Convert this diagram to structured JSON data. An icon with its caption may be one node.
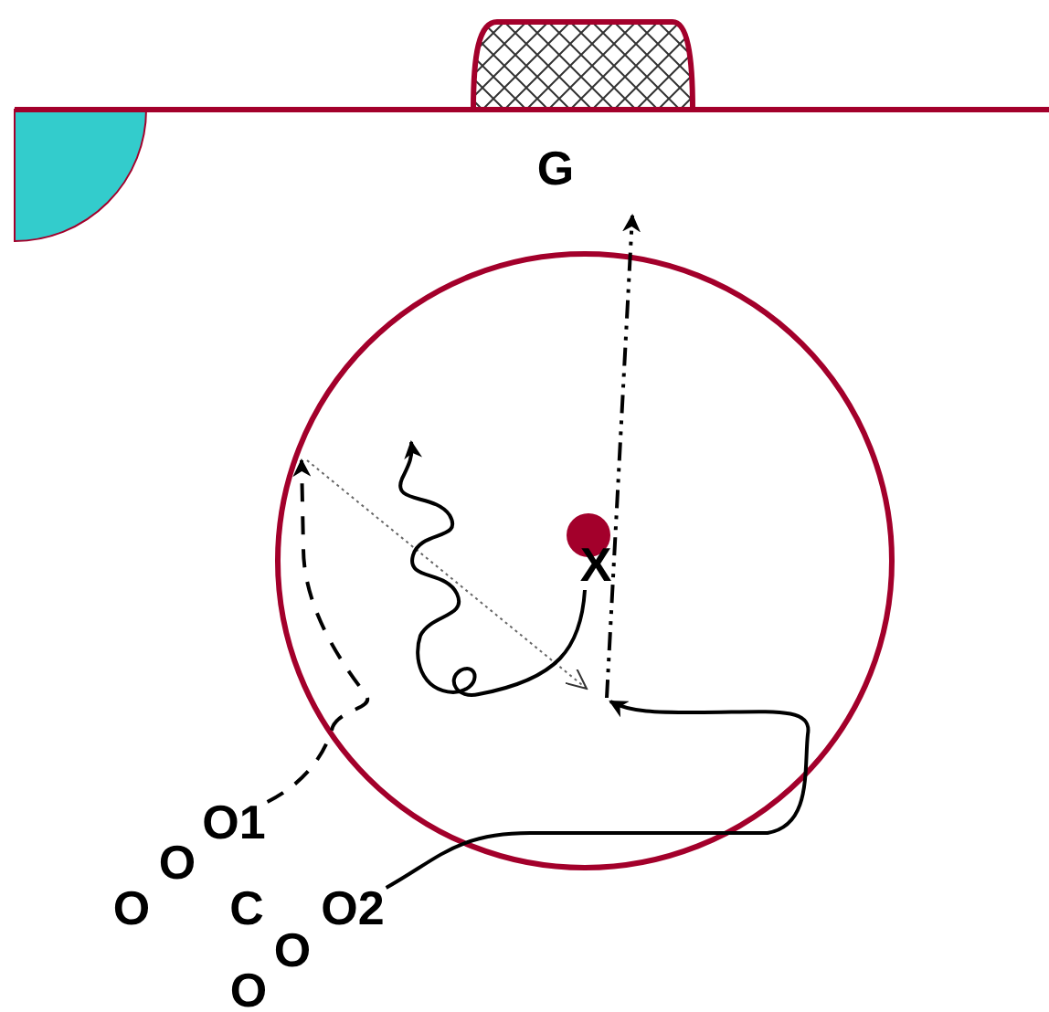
{
  "diagram": {
    "nodes": [
      {
        "text": [
          "G"
        ]
      },
      {
        "text": [
          "X"
        ]
      },
      {
        "text": [
          "O1"
        ]
      },
      {
        "text": [
          "O"
        ]
      },
      {
        "text": [
          "O"
        ]
      },
      {
        "text": [
          "C"
        ]
      },
      {
        "text": [
          "O2"
        ]
      },
      {
        "text": [
          "O"
        ]
      },
      {
        "text": [
          "O"
        ]
      }
    ],
    "edges": [
      {
        "from": 1,
        "to": null,
        "arrow": "to"
      },
      {
        "from": 2,
        "to": null,
        "arrow": "to",
        "style": "dashed"
      },
      {
        "from": 6,
        "to": null,
        "arrow": "to"
      }
    ]
  }
}
